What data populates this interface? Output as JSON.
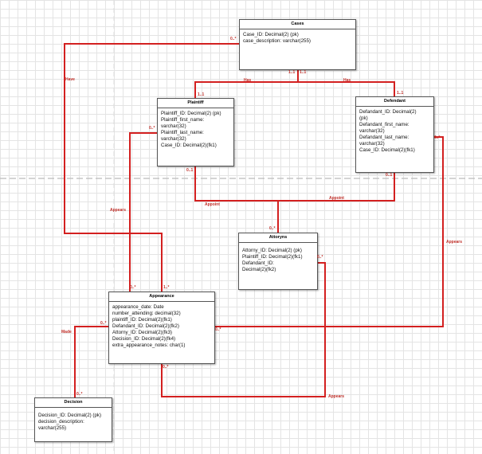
{
  "entities": {
    "cases": {
      "title": "Cases",
      "attributes": [
        "Case_ID: Decimal(2) (pk)",
        "case_description: varchar(255)"
      ]
    },
    "plaintiff": {
      "title": "Plaintiff",
      "attributes": [
        "Plaintiff_ID: Decimal(2) (pk)",
        "Plaintiff_first_name:",
        "varchar(32)",
        "Plaintiff_last_name:",
        "varchar(32)",
        "Case_ID: Decimal(2)(fk1)"
      ]
    },
    "defendant": {
      "title": "Defendant",
      "attributes": [
        "Defandant_ID: Decimal(2)",
        "(pk)",
        "Defandant_first_name:",
        "varchar(32)",
        "Defandant_last_name:",
        "varchar(32)",
        "Case_ID: Decimal(2)(fk1)"
      ]
    },
    "attorneys": {
      "title": "Attoryns",
      "attributes": [
        "Attorny_ID: Decimal(2) (pk)",
        "Plaintiff_ID: Decimal(2)(fk1)",
        "Defandant_ID:",
        "Decimal(2)(fk2)"
      ]
    },
    "appearance": {
      "title": "Appearance",
      "attributes": [
        "appearance_date: Date",
        "number_attending: decimal(32)",
        "plaintiff_ID: Decimal(2)(fk1)",
        "Defandant_ID: Decimal(2)(fk2)",
        "Attorny_ID: Decimal(2)(fk3)",
        "Decision_ID: Decimal(2)(fk4)",
        "extra_appearance_notes: char(1)"
      ]
    },
    "decision": {
      "title": "Decision",
      "attributes": [
        "Decision_ID: Decimal(2) (pk)",
        "decision_description:",
        "varchar(255)"
      ]
    }
  },
  "relationship_labels": {
    "has_left": "Have",
    "has_plaintiff": "Has",
    "has_defendant": "Has",
    "appears_plaintiff": "Appears",
    "appoint_plaintiff": "Appoint",
    "appoint_defendant": "Appoint",
    "appears_defendant": "Appears",
    "made": "Made",
    "appears_attorney": "Appears"
  },
  "cardinalities": {
    "cases_left": "0..*",
    "cases_bottom_a": "1..1",
    "cases_bottom_b": "1..1",
    "plaintiff_top": "1..1",
    "defendant_top": "1..1",
    "plaintiff_left": "0..*",
    "plaintiff_bottom": "0..1",
    "defendant_bottom": "0..1",
    "defendant_right": "0..*",
    "attorney_top": "0..*",
    "attorney_right": "0..*",
    "appearance_top_left": "0..*",
    "appearance_top_right": "1..*",
    "appearance_left": "0..*",
    "appearance_right": "0..*",
    "appearance_bottom": "0..*",
    "decision_top": "0..*"
  },
  "colors": {
    "connector": "#d32020",
    "label": "#c0302a",
    "guide": "#bbbbbb"
  }
}
